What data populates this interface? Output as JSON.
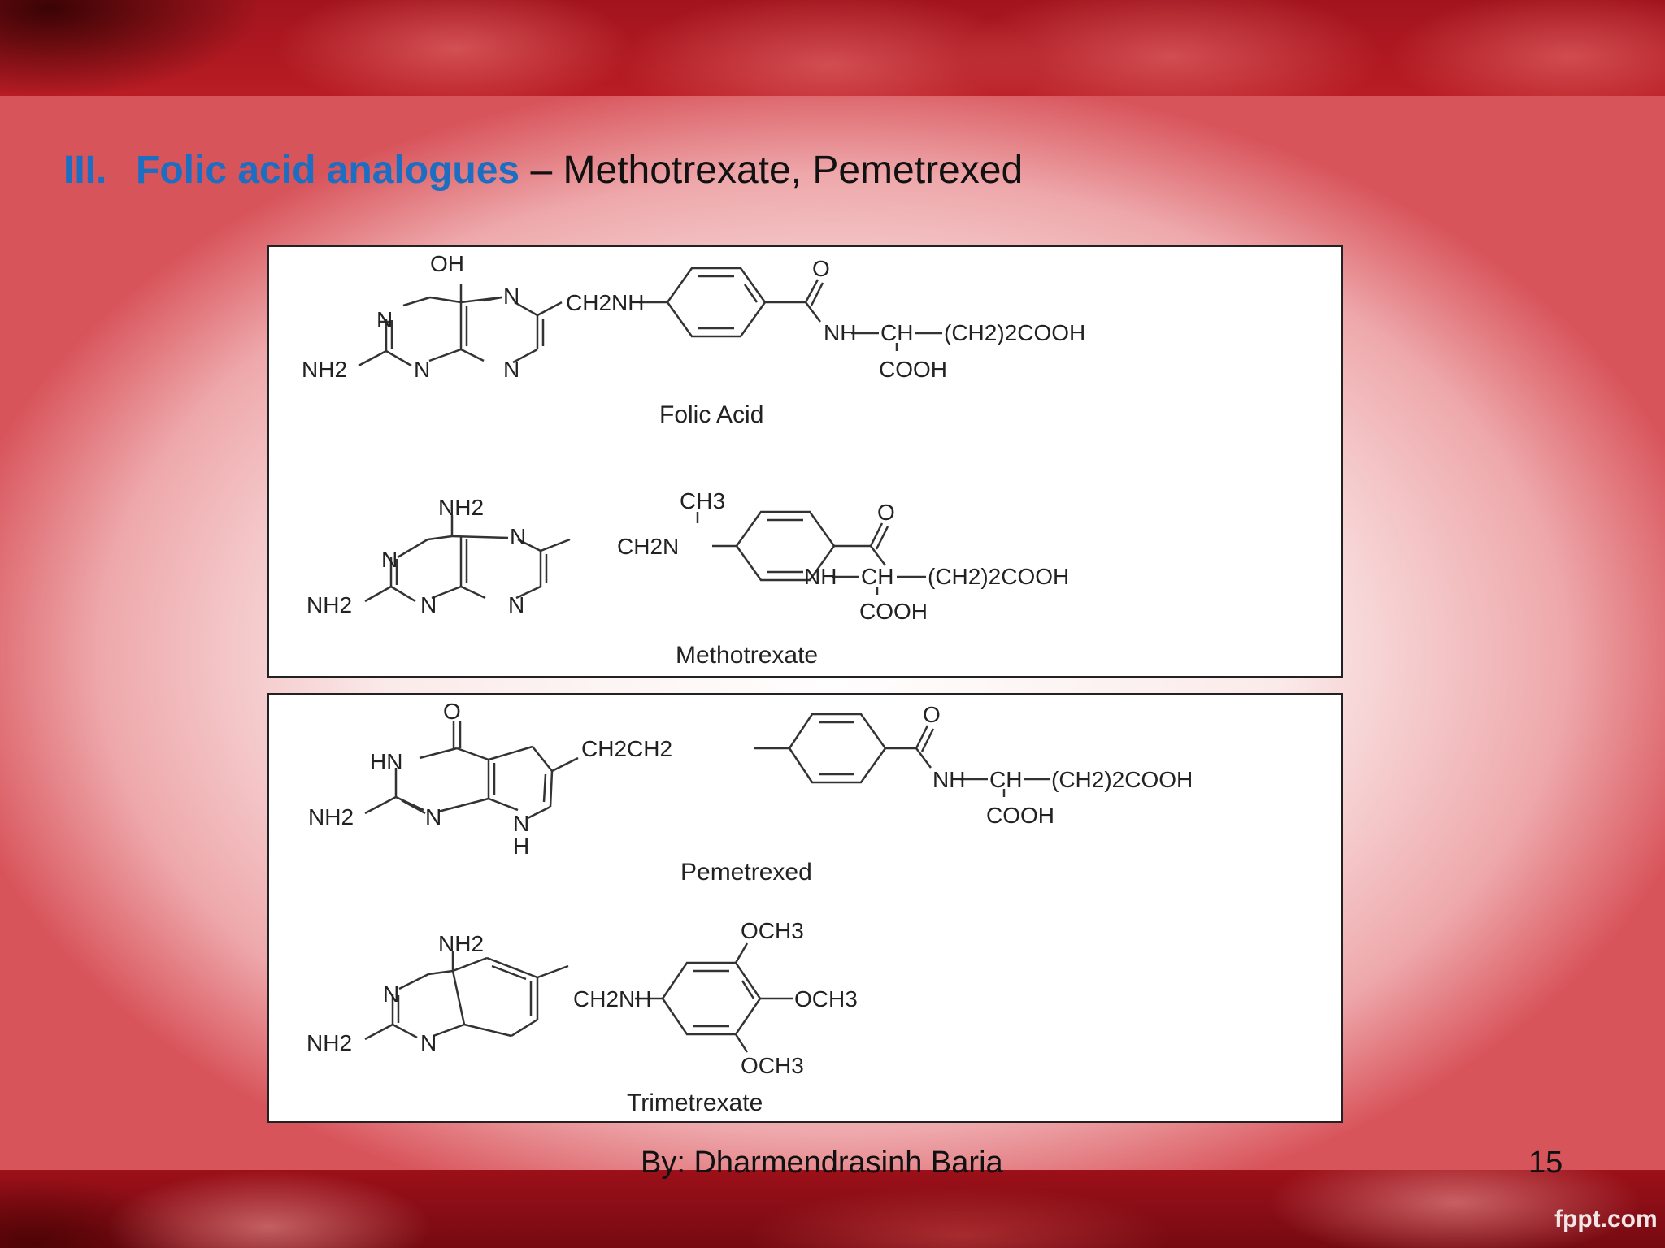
{
  "slide": {
    "heading": {
      "number": "III.",
      "topic": "Folic acid analogues",
      "dash": "–",
      "examples": "Methotrexate, Pemetrexed"
    },
    "footer": {
      "author": "By: Dharmendrasinh Baria",
      "page_number": "15"
    },
    "brand": "fppt.com"
  },
  "structures": {
    "folic_acid": {
      "name": "Folic Acid",
      "substituent": "OH",
      "amine": "NH2",
      "linker": "CH2NH",
      "carbonyl": "O",
      "amide": "NH",
      "chain": "CH",
      "side_chain": "(CH2)2COOH",
      "acid": "COOH"
    },
    "methotrexate": {
      "name": "Methotrexate",
      "substituent": "NH2",
      "amine": "NH2",
      "linker": "CH2N",
      "methyl": "CH3",
      "carbonyl": "O",
      "amide": "NH",
      "chain": "CH",
      "side_chain": "(CH2)2COOH",
      "acid": "COOH"
    },
    "pemetrexed": {
      "name": "Pemetrexed",
      "substituent": "O",
      "ring_nh": "HN",
      "amine": "NH2",
      "pyrrole_n": "N",
      "pyrrole_h": "H",
      "linker": "CH2CH2",
      "carbonyl": "O",
      "amide": "NH",
      "chain": "CH",
      "side_chain": "(CH2)2COOH",
      "acid": "COOH"
    },
    "trimetrexate": {
      "name": "Trimetrexate",
      "substituent": "NH2",
      "amine": "NH2",
      "linker": "CH2NH",
      "methoxy_1": "OCH3",
      "methoxy_2": "OCH3",
      "methoxy_3": "OCH3"
    },
    "ring_atom": "N"
  }
}
